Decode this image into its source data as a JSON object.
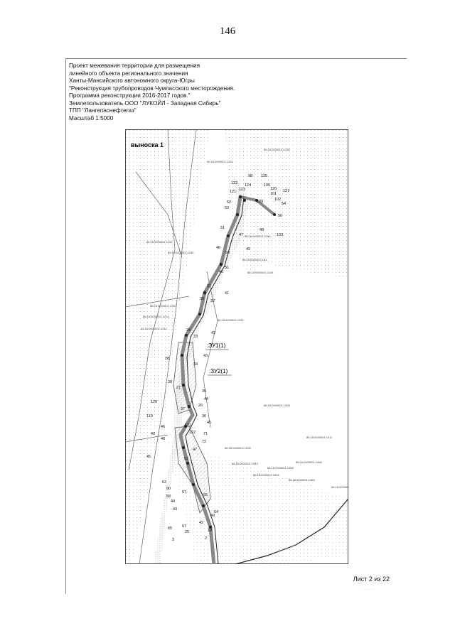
{
  "page_number": "146",
  "header_lines": [
    "Проект межевания территории для размещения",
    "линейного объекта регионального значения",
    "Ханты-Мансийского автономного округа-Югры",
    "\"Реконструкция трубопроводов Чумпасского месторождения.",
    "Программа реконструкции 2016-2017 годов.\"",
    "Землепользователь ООО \"ЛУКОЙЛ - Западная Сибирь\"",
    "ТПП \"Лангепаснефтегаз\"",
    "Масштаб 1:5000"
  ],
  "inset_title": "выноска 1",
  "zone_labels": [
    ":ЗУ1(1)",
    ":ЗУ2(1)"
  ],
  "point_labels": [
    "98",
    "125",
    "122",
    "124",
    "100",
    "126",
    "121",
    "123",
    "101",
    "102",
    "127",
    "52",
    "129",
    "53",
    "54",
    "48",
    "103",
    "51",
    "47",
    "50",
    "49",
    "46",
    "50",
    "51",
    "40",
    "31",
    "41",
    "30",
    "32",
    "29",
    "42",
    "28",
    "33",
    "43",
    "34",
    "28",
    "35",
    "27",
    "44",
    "120",
    "26",
    "36",
    "119",
    "121",
    "45",
    "37",
    "122",
    "71",
    "46",
    "48",
    "72",
    "40",
    "47",
    "45",
    "62",
    "63",
    "90",
    "58",
    "57",
    "65",
    "44",
    "43",
    "64",
    "67",
    "49",
    "42",
    "65",
    "25",
    "19",
    "3",
    "2"
  ],
  "cadastral_labels": [
    "86:18:0000001:1235",
    "86:18:0000001:1254",
    "86:18:0000001:1280",
    "86:18:0000001:164",
    "86:18:0000001:1105",
    "86:18:0000001:1160",
    "86:18:0000001:1180",
    "86:18:0000001:1190",
    "86:18:0000001:1214",
    "86:18:0000001:1244",
    "86:18:0000001:1251",
    "86:18:0000001:1308",
    "86:18:0000001:1311",
    "86:18:0000001:1485",
    "86:18:0000001:1488",
    "86:18:0000001:1489",
    "86:18:0000001:1501",
    "86:18:0000001:1530",
    "86:18:0000001:1543",
    "86:18:0000001:1545"
  ],
  "sheet_label": "Лист 2 из 22",
  "footnote": "........"
}
